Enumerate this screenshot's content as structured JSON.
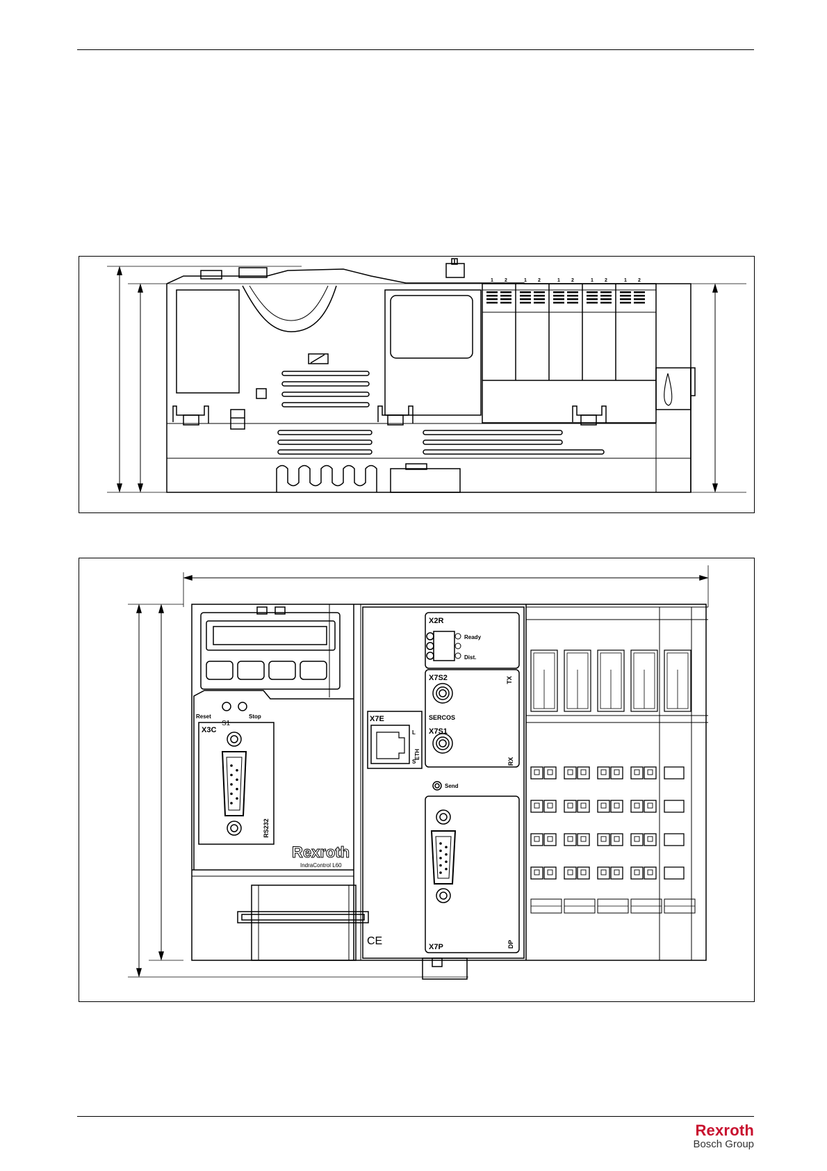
{
  "brand": {
    "name": "Rexroth",
    "group": "Bosch Group"
  },
  "front_view": {
    "panel_labels": {
      "x2r": "X2R",
      "ready": "Ready",
      "dist": "Dist.",
      "x7s2": "X7S2",
      "tx": "TX",
      "sercos": "SERCOS",
      "x7s1": "X7S1",
      "rx": "RX",
      "x7e": "X7E",
      "l": "L",
      "s": "S",
      "eth": "ETH",
      "reset": "Reset",
      "s1": "S1",
      "stop": "Stop",
      "x3c": "X3C",
      "rs232": "RS232",
      "logo": "Rexroth",
      "model": "IndraControl L60",
      "send": "Send",
      "ce": "CE",
      "x7p": "X7P",
      "dp": "DP"
    }
  },
  "side_view": {
    "terminal_numbers": [
      "1",
      "2",
      "1",
      "2",
      "1",
      "2",
      "1",
      "2",
      "1",
      "2"
    ]
  },
  "colors": {
    "line": "#000000",
    "brand_red": "#c8102e"
  }
}
